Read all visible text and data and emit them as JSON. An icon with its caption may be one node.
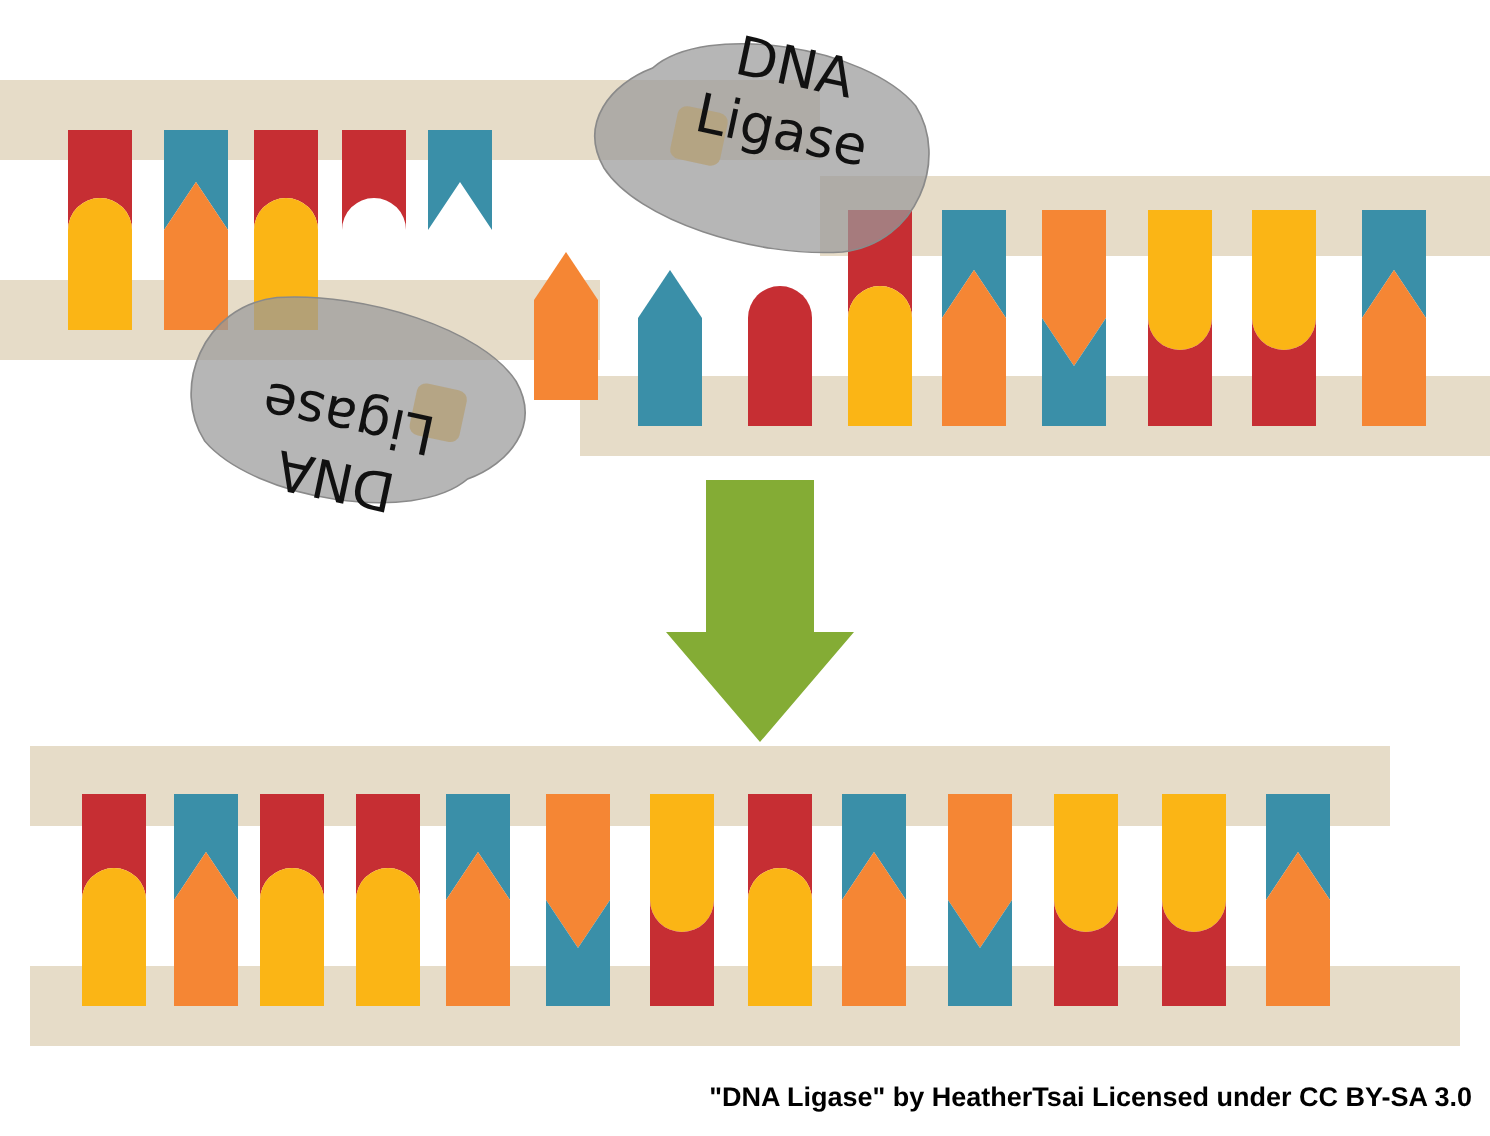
{
  "diagram": {
    "nodes": [
      {
        "text": [],
        "shape": "picture"
      },
      {
        "text": [
          "DNA Ligase"
        ]
      },
      {
        "text": [
          "DNA Ligase"
        ]
      },
      {
        "text": [],
        "shape": "picture"
      }
    ],
    "edges": [
      {
        "from": 0,
        "to": 3,
        "arrow": "to",
        "style": "thick",
        "color": "#84ac35"
      }
    ],
    "caption": "\"DNA Ligase\" by HeatherTsai Licensed under CC BY-SA 3.0"
  }
}
